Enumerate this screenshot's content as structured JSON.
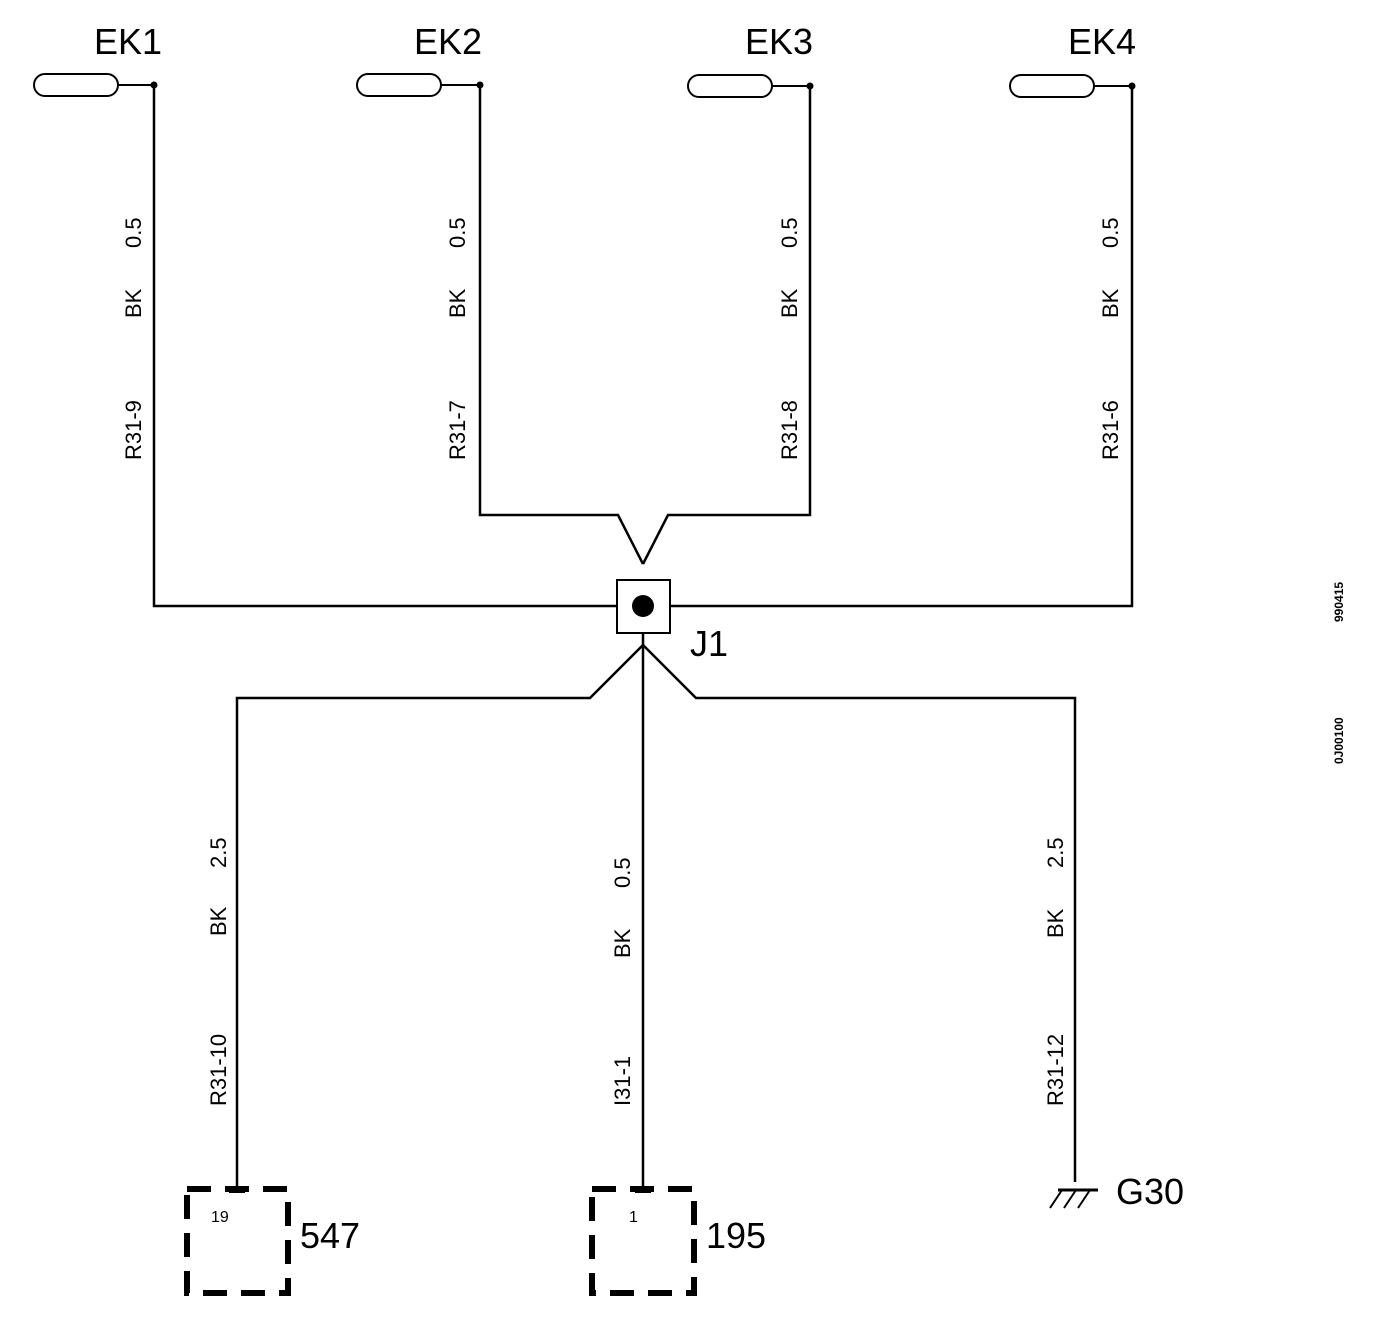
{
  "connectors_top": [
    {
      "name": "EK1"
    },
    {
      "name": "EK2"
    },
    {
      "name": "EK3"
    },
    {
      "name": "EK4"
    }
  ],
  "wires_top": [
    {
      "size": "0.5",
      "color": "BK",
      "circuit": "R31-9"
    },
    {
      "size": "0.5",
      "color": "BK",
      "circuit": "R31-7"
    },
    {
      "size": "0.5",
      "color": "BK",
      "circuit": "R31-8"
    },
    {
      "size": "0.5",
      "color": "BK",
      "circuit": "R31-6"
    }
  ],
  "junction": {
    "name": "J1"
  },
  "wires_bottom": [
    {
      "size": "2.5",
      "color": "BK",
      "circuit": "R31-10"
    },
    {
      "size": "0.5",
      "color": "BK",
      "circuit": "I31-1"
    },
    {
      "size": "2.5",
      "color": "BK",
      "circuit": "R31-12"
    }
  ],
  "components": [
    {
      "number": "547",
      "pin": "19"
    },
    {
      "number": "195",
      "pin": "1"
    }
  ],
  "ground": {
    "name": "G30"
  },
  "side_refs": [
    "990415",
    "0J00100"
  ]
}
